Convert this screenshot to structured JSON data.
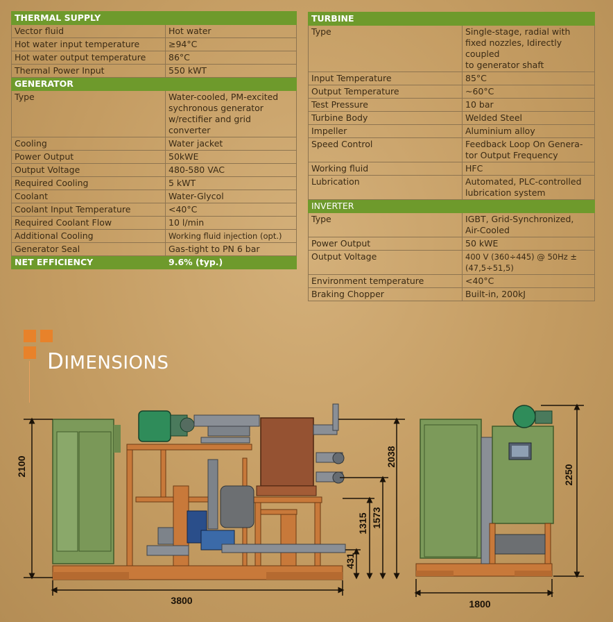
{
  "thermal_supply": {
    "header": "THERMAL SUPPLY",
    "rows": [
      {
        "label": "Vector fluid",
        "value": "Hot water"
      },
      {
        "label": "Hot water input temperature",
        "value": "≥94°C"
      },
      {
        "label": "Hot water output temperature",
        "value": "86°C"
      },
      {
        "label": "Thermal Power Input",
        "value": "550 kWT"
      }
    ]
  },
  "generator": {
    "header": "GENERATOR",
    "rows": [
      {
        "label": "Type",
        "value": "Water-cooled, PM-excited\nsychronous generator\nw/rectifier and grid\nconverter"
      },
      {
        "label": "Cooling",
        "value": "Water jacket"
      },
      {
        "label": "Power Output",
        "value": "50kWE"
      },
      {
        "label": "Output Voltage",
        "value": "480-580 VAC"
      },
      {
        "label": "Required Cooling",
        "value": "5 kWT"
      },
      {
        "label": "Coolant",
        "value": "Water-Glycol"
      },
      {
        "label": "Coolant Input Temperature",
        "value": "<40°C"
      },
      {
        "label": "Required Coolant Flow",
        "value": "10 l/min"
      },
      {
        "label": "Additional Cooling",
        "value": "Working fluid injection (opt.)"
      },
      {
        "label": "Generator Seal",
        "value": "Gas-tight to PN 6 bar"
      }
    ],
    "net_label": "NET EFFICIENCY",
    "net_value": "9.6% (typ.)"
  },
  "turbine": {
    "header": "TURBINE",
    "rows": [
      {
        "label": "Type",
        "value": "Single-stage, radial with\nfixed nozzles, Idirectly\ncoupled\nto generator shaft"
      },
      {
        "label": "Input Temperature",
        "value": "85°C"
      },
      {
        "label": "Output Temperature",
        "value": "~60°C"
      },
      {
        "label": "Test Pressure",
        "value": "10 bar"
      },
      {
        "label": "Turbine Body",
        "value": "Welded Steel"
      },
      {
        "label": "Impeller",
        "value": "Aluminium alloy"
      },
      {
        "label": "Speed Control",
        "value": "Feedback Loop On Genera-\ntor Output Frequency"
      },
      {
        "label": "Working fluid",
        "value": "HFC"
      },
      {
        "label": "Lubrication",
        "value": "Automated, PLC-controlled\nlubrication system"
      }
    ]
  },
  "inverter": {
    "header": "INVERTER",
    "rows": [
      {
        "label": "Type",
        "value": "IGBT, Grid-Synchronized,\nAir-Cooled"
      },
      {
        "label": "Power Output",
        "value": "50 kWE"
      },
      {
        "label": "Output Voltage",
        "value": "400 V (360÷445) @ 50Hz ±\n(47,5÷51,5)"
      },
      {
        "label": "Environment temperature",
        "value": "<40°C"
      },
      {
        "label": "Braking Chopper",
        "value": "Built-in, 200kJ"
      }
    ]
  },
  "dimensions": {
    "title_first": "D",
    "title_rest": "IMENSIONS",
    "labels": {
      "height_left": "2100",
      "height_turbine": "2038",
      "height_1573": "1573",
      "height_1315": "1315",
      "height_431": "431",
      "length": "3800",
      "height_side": "2250",
      "width": "1800"
    }
  },
  "colors": {
    "header_green": "#6e9a2c",
    "accent_orange": "#e8822a",
    "frame_orange": "#c8793a",
    "equipment_green": "#7c9a5a"
  }
}
